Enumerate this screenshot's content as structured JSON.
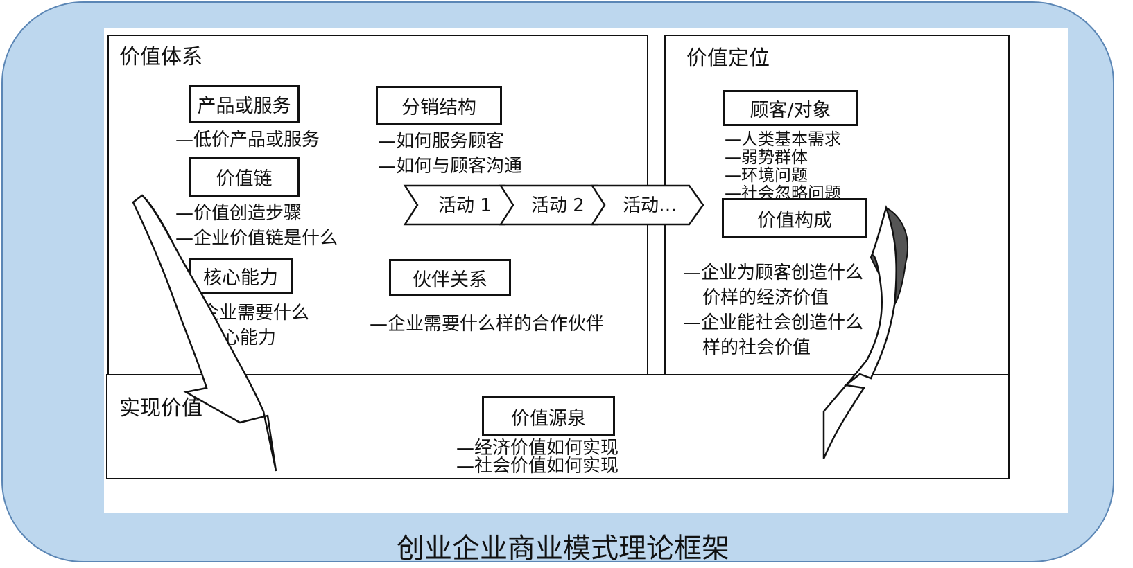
{
  "caption": "创业企业商业模式理论框架",
  "value_system": {
    "title": "价值体系",
    "product": {
      "label": "产品或服务",
      "bullets": [
        "—低价产品或服务"
      ]
    },
    "value_chain": {
      "label": "价值链",
      "bullets": [
        "—价值创造步骤",
        "—企业价值链是什么"
      ]
    },
    "core_competence": {
      "label": "核心能力",
      "bullets": [
        "—企业需要什么",
        "核心能力"
      ]
    },
    "distribution": {
      "label": "分销结构",
      "bullets": [
        "—如何服务顾客",
        "—如何与顾客沟通"
      ]
    },
    "partners": {
      "label": "伙伴关系",
      "bullets": [
        "—企业需要什么样的合作伙伴"
      ]
    },
    "activities": [
      "活动 1",
      "活动 2",
      "活动…"
    ]
  },
  "value_positioning": {
    "title": "价值定位",
    "customer": {
      "label": "顾客/对象",
      "bullets": [
        "—人类基本需求",
        "—弱势群体",
        "—环境问题",
        "—社会忽略问题"
      ]
    },
    "composition": {
      "label": "价值构成",
      "bullets": [
        "—企业为顾客创造什么",
        "价样的经济价值",
        "—企业能社会创造什么",
        "样的社会价值"
      ]
    }
  },
  "value_realization": {
    "title": "实现价值",
    "source": {
      "label": "价值源泉",
      "bullets": [
        "—经济价值如何实现",
        "—社会价值如何实现"
      ]
    }
  },
  "colors": {
    "frame_fill": "#bdd7ee",
    "frame_border": "#5b86b5",
    "ink": "#111111",
    "arrow_shade": "#555555"
  }
}
